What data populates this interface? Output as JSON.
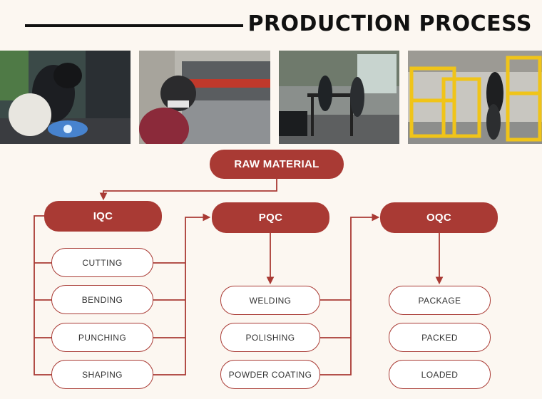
{
  "header": {
    "title": "PRODUCTION PROCESS"
  },
  "photos": [
    {
      "name": "welding-photo",
      "subject": "welder at work"
    },
    {
      "name": "bending-photo",
      "subject": "press brake operator"
    },
    {
      "name": "assembly-photo",
      "subject": "workshop floor"
    },
    {
      "name": "frame-photo",
      "subject": "yellow steel frames"
    }
  ],
  "flow": {
    "start": "RAW MATERIAL",
    "stages": [
      {
        "label": "IQC",
        "steps": [
          "CUTTING",
          "BENDING",
          "PUNCHING",
          "SHAPING"
        ]
      },
      {
        "label": "PQC",
        "steps": [
          "WELDING",
          "POLISHING",
          "POWDER COATING"
        ]
      },
      {
        "label": "OQC",
        "steps": [
          "PACKAGE",
          "PACKED",
          "LOADED"
        ]
      }
    ]
  },
  "colors": {
    "accent": "#a93a34",
    "background": "#fcf7f1",
    "text": "#111111"
  }
}
